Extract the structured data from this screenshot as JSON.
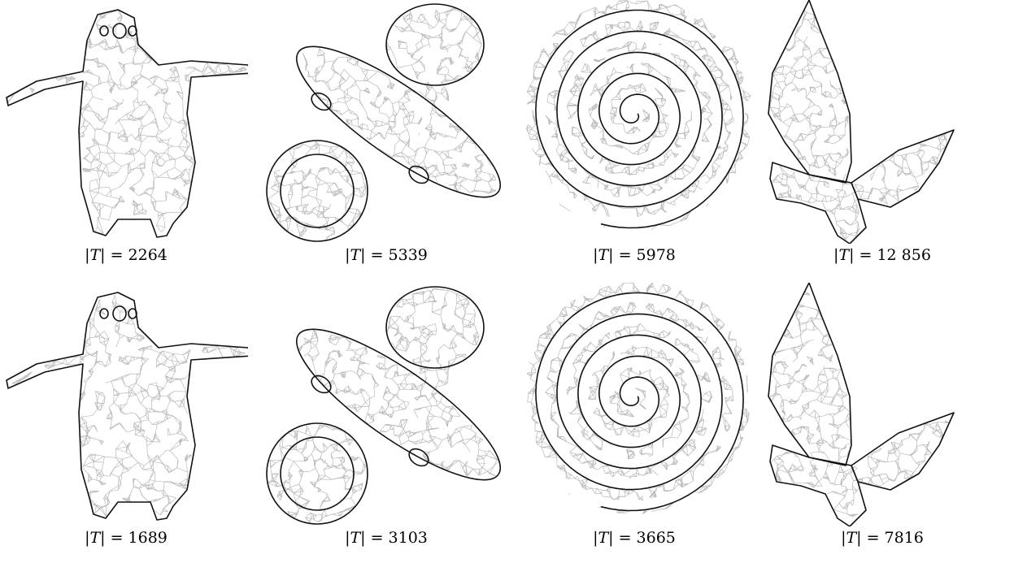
{
  "figure": {
    "rows": [
      {
        "cells": [
          {
            "shape": "penguin",
            "label_symbol": "|T|",
            "label_value": "2264"
          },
          {
            "shape": "pacifier",
            "label_symbol": "|T|",
            "label_value": "5339"
          },
          {
            "shape": "spiral",
            "label_symbol": "|T|",
            "label_value": "5978"
          },
          {
            "shape": "butterfly",
            "label_symbol": "|T|",
            "label_value": "12 856"
          }
        ]
      },
      {
        "cells": [
          {
            "shape": "penguin",
            "label_symbol": "|T|",
            "label_value": "1689"
          },
          {
            "shape": "pacifier",
            "label_symbol": "|T|",
            "label_value": "3103"
          },
          {
            "shape": "spiral",
            "label_symbol": "|T|",
            "label_value": "3665"
          },
          {
            "shape": "butterfly",
            "label_symbol": "|T|",
            "label_value": "7816"
          }
        ]
      }
    ],
    "colors": {
      "mesh": "#b9b9b9",
      "outline": "#111111",
      "background": "#ffffff"
    }
  }
}
